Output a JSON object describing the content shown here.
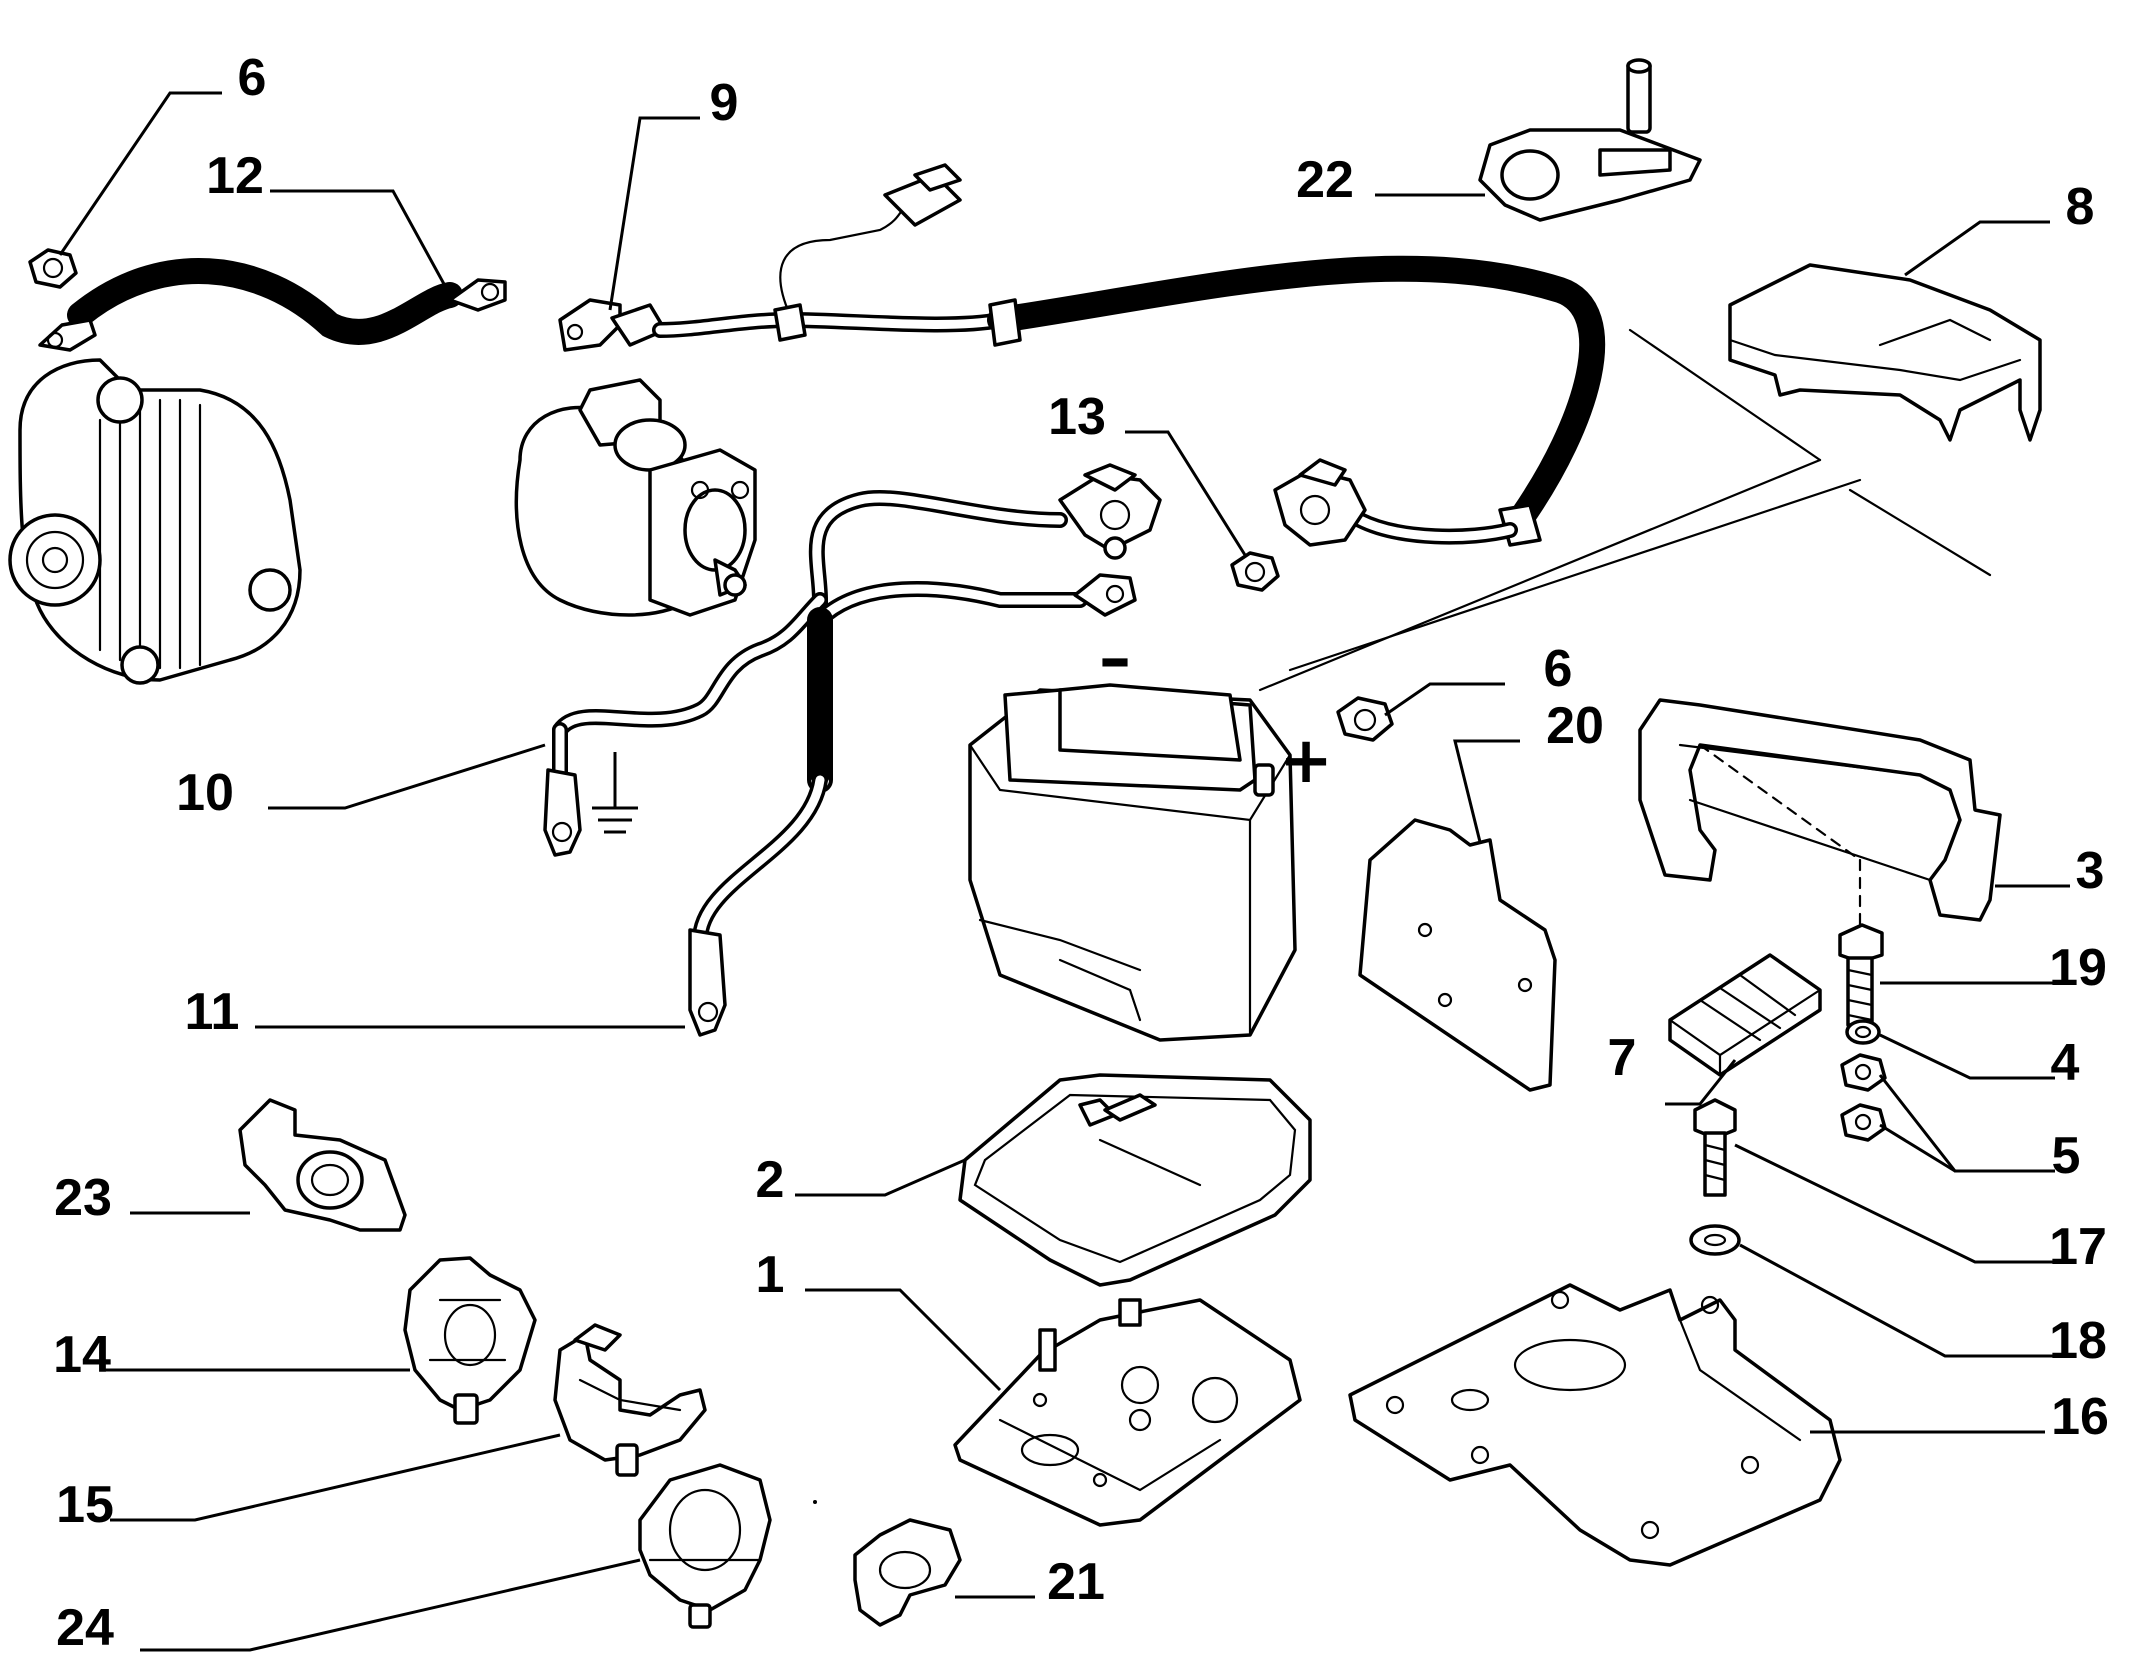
{
  "diagram": {
    "callouts": [
      {
        "id": "6a",
        "label": "6"
      },
      {
        "id": "12",
        "label": "12"
      },
      {
        "id": "9",
        "label": "9"
      },
      {
        "id": "22",
        "label": "22"
      },
      {
        "id": "8",
        "label": "8"
      },
      {
        "id": "13",
        "label": "13"
      },
      {
        "id": "6b",
        "label": "6"
      },
      {
        "id": "20",
        "label": "20"
      },
      {
        "id": "3",
        "label": "3"
      },
      {
        "id": "10",
        "label": "10"
      },
      {
        "id": "19",
        "label": "19"
      },
      {
        "id": "4",
        "label": "4"
      },
      {
        "id": "11",
        "label": "11"
      },
      {
        "id": "7",
        "label": "7"
      },
      {
        "id": "5",
        "label": "5"
      },
      {
        "id": "23",
        "label": "23"
      },
      {
        "id": "2",
        "label": "2"
      },
      {
        "id": "17",
        "label": "17"
      },
      {
        "id": "1",
        "label": "1"
      },
      {
        "id": "18",
        "label": "18"
      },
      {
        "id": "14",
        "label": "14"
      },
      {
        "id": "16",
        "label": "16"
      },
      {
        "id": "15",
        "label": "15"
      },
      {
        "id": "21",
        "label": "21"
      },
      {
        "id": "24",
        "label": "24"
      }
    ],
    "battery_symbols": {
      "negative": "–",
      "positive": "+"
    }
  }
}
